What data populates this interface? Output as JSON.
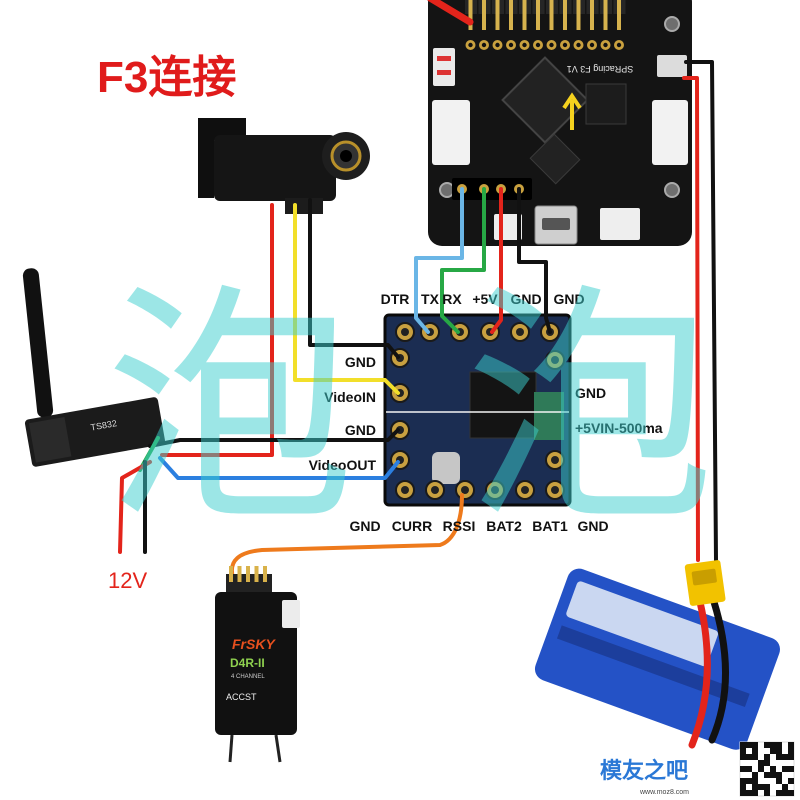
{
  "title": "F3连接",
  "watermark": "泡泡",
  "fc": {
    "label": "SPRacing F3 V1"
  },
  "vtx": {
    "label": "TS832"
  },
  "osd": {
    "top_pins": [
      "DTR",
      "TX",
      "RX",
      "+5V",
      "GND",
      "GND"
    ],
    "left_pins": [
      "GND",
      "VideoIN",
      "GND",
      "VideoOUT"
    ],
    "right_pins": [
      "GND",
      "+5VIN-500ma"
    ],
    "bottom_pins": [
      "GND",
      "CURR",
      "RSSI",
      "BAT2",
      "BAT1",
      "GND"
    ]
  },
  "power": {
    "label": "12V"
  },
  "receiver": {
    "brand": "FrSKY",
    "model": "D4R-II",
    "channels": "4 CHANNEL",
    "protocol": "ACCST"
  },
  "footer": {
    "logo": "模友之吧",
    "url": "www.moz8.com"
  },
  "colors": {
    "wire_red": "#e3241b",
    "wire_black": "#111111",
    "wire_yellow": "#f2df2a",
    "wire_blue": "#2b7fe0",
    "wire_lightblue": "#6bb6e6",
    "wire_green": "#27a845",
    "wire_orange": "#ee7a1c",
    "title": "#e01b1b",
    "watermark": "#3ccfcf",
    "battery": "#2452c6",
    "connector": "#f2c200",
    "logo": "#2a78d6"
  }
}
